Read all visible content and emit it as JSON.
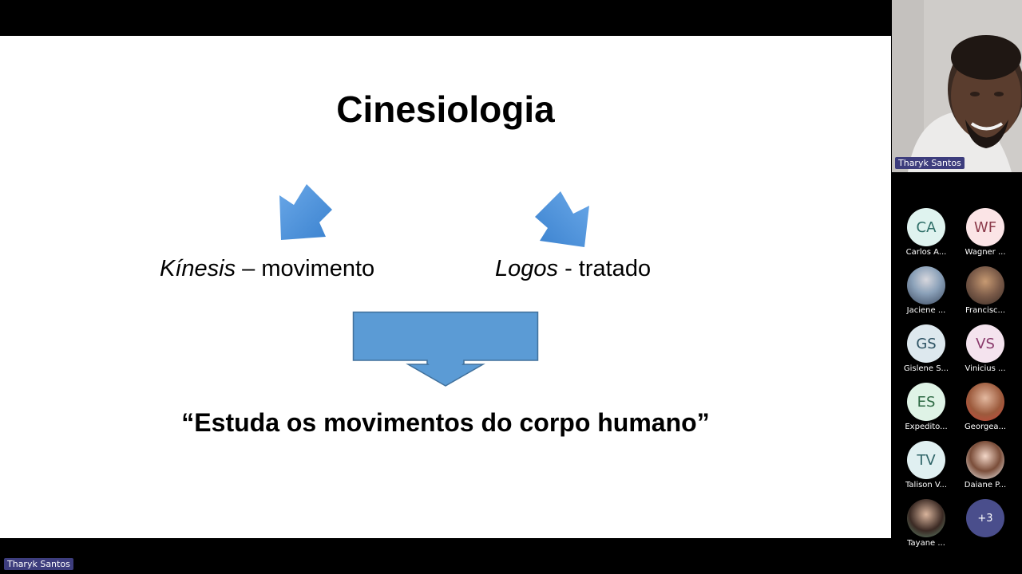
{
  "slide": {
    "title": "Cinesiologia",
    "left_term_italic": "Kínesis",
    "left_term_rest": " – movimento",
    "right_term_italic": "Logos",
    "right_term_rest": " - tratado",
    "quote": "“Estuda os movimentos do corpo humano”"
  },
  "speaker": {
    "name": "Tharyk Santos"
  },
  "presenter_tag": "Tharyk Santos",
  "participants": [
    {
      "initials": "CA",
      "name": "Carlos A...",
      "kind": "initials"
    },
    {
      "initials": "WF",
      "name": "Wagner ...",
      "kind": "initials"
    },
    {
      "initials": "",
      "name": "Jaciene ...",
      "kind": "photo"
    },
    {
      "initials": "",
      "name": "Francisc...",
      "kind": "photo"
    },
    {
      "initials": "GS",
      "name": "Gislene S...",
      "kind": "initials"
    },
    {
      "initials": "VS",
      "name": "Vinicius ...",
      "kind": "initials"
    },
    {
      "initials": "ES",
      "name": "Expedito...",
      "kind": "initials"
    },
    {
      "initials": "",
      "name": "Georgea...",
      "kind": "photo"
    },
    {
      "initials": "TV",
      "name": "Talison V...",
      "kind": "initials"
    },
    {
      "initials": "",
      "name": "Daiane P...",
      "kind": "photo"
    },
    {
      "initials": "",
      "name": "Tayane ...",
      "kind": "photo"
    }
  ],
  "more": {
    "label": "+3"
  },
  "colors": {
    "arrow_fill": "#4a90d9",
    "callout_fill": "#5b9bd5",
    "callout_stroke": "#41719c",
    "name_tag_bg": "#3d3d7d",
    "more_bg": "#4a4e8c"
  }
}
